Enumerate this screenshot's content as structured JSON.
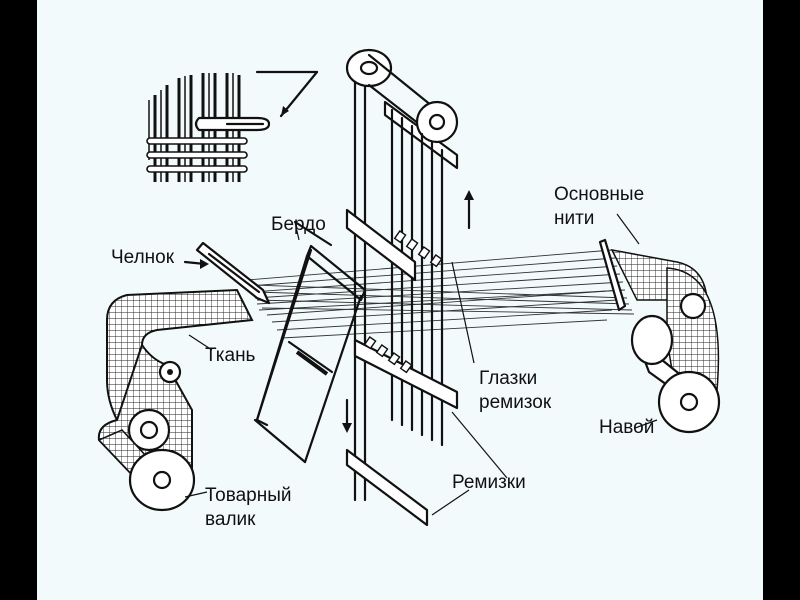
{
  "labels": {
    "shuttle": "Челнок",
    "reed": "Бердо",
    "warp_threads_line1": "Основные",
    "warp_threads_line2": "нити",
    "fabric": "Ткань",
    "heddle_eyes_line1": "Глазки",
    "heddle_eyes_line2": "ремизок",
    "warp_beam": "Навой",
    "heddle_frames": "Ремизки",
    "cloth_roller_line1": "Товарный",
    "cloth_roller_line2": "валик"
  }
}
